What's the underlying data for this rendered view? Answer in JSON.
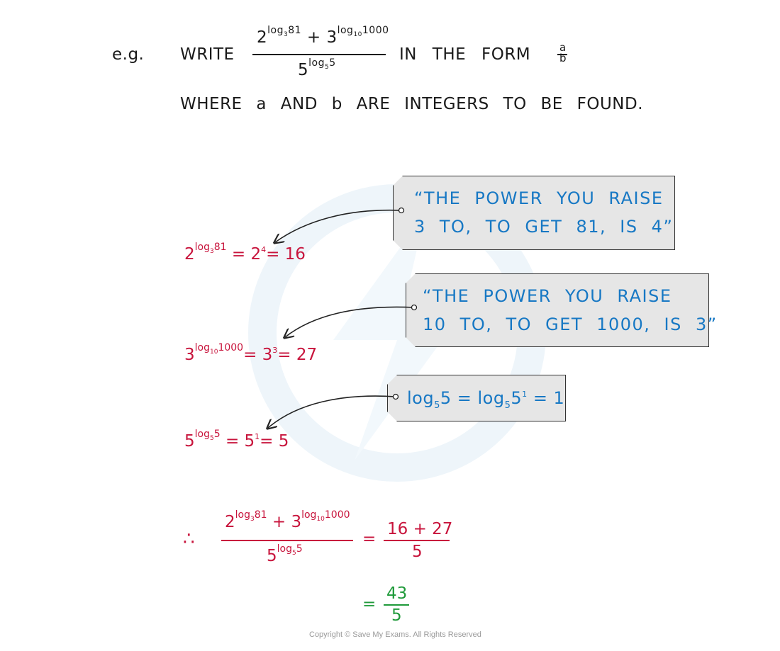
{
  "question": {
    "eg": "e.g.",
    "write": "WRITE",
    "in_the_form": "IN THE FORM",
    "form_num": "a",
    "form_den": "b",
    "where_line": "WHERE a AND b ARE INTEGERS TO BE FOUND.",
    "num_base1": "2",
    "num_exp1": "log",
    "num_exp1_sub": "3",
    "num_exp1_arg": "81",
    "plus": "+",
    "num_base2": "3",
    "num_exp2": "log",
    "num_exp2_sub": "10",
    "num_exp2_arg": "1000",
    "den_base": "5",
    "den_exp": "log",
    "den_exp_sub": "5",
    "den_exp_arg": "5"
  },
  "tags": {
    "tag1_line1": "“THE POWER YOU RAISE",
    "tag1_line2": "3 TO, TO GET 81, IS 4”",
    "tag2_line1": "“THE POWER YOU RAISE",
    "tag2_line2": "10 TO, TO GET 1000, IS 3”",
    "tag3_a": "log",
    "tag3_a_sub": "5",
    "tag3_b": "5 = log",
    "tag3_b_sub": "5",
    "tag3_c": "5",
    "tag3_c_sup": "1",
    "tag3_d": "= 1"
  },
  "steps": {
    "s1_base": "2",
    "s1_exp": "log",
    "s1_exp_sub": "3",
    "s1_exp_arg": "81",
    "s1_eq": "= 2",
    "s1_pow": "4",
    "s1_res": "= 16",
    "s2_base": "3",
    "s2_exp": "log",
    "s2_exp_sub": "10",
    "s2_exp_arg": "1000",
    "s2_eq": "= 3",
    "s2_pow": "3",
    "s2_res": "= 27",
    "s3_base": "5",
    "s3_exp": "log",
    "s3_exp_sub": "5",
    "s3_exp_arg": "5",
    "s3_eq": "= 5",
    "s3_pow": "1",
    "s3_res": "= 5"
  },
  "conclusion": {
    "therefore": "∴",
    "equals": "=",
    "rhs_num": "16 + 27",
    "rhs_den": "5",
    "final_eq": "=",
    "final_num": "43",
    "final_den": "5"
  },
  "footer": {
    "copyright": "Copyright © Save My Exams. All Rights Reserved"
  }
}
